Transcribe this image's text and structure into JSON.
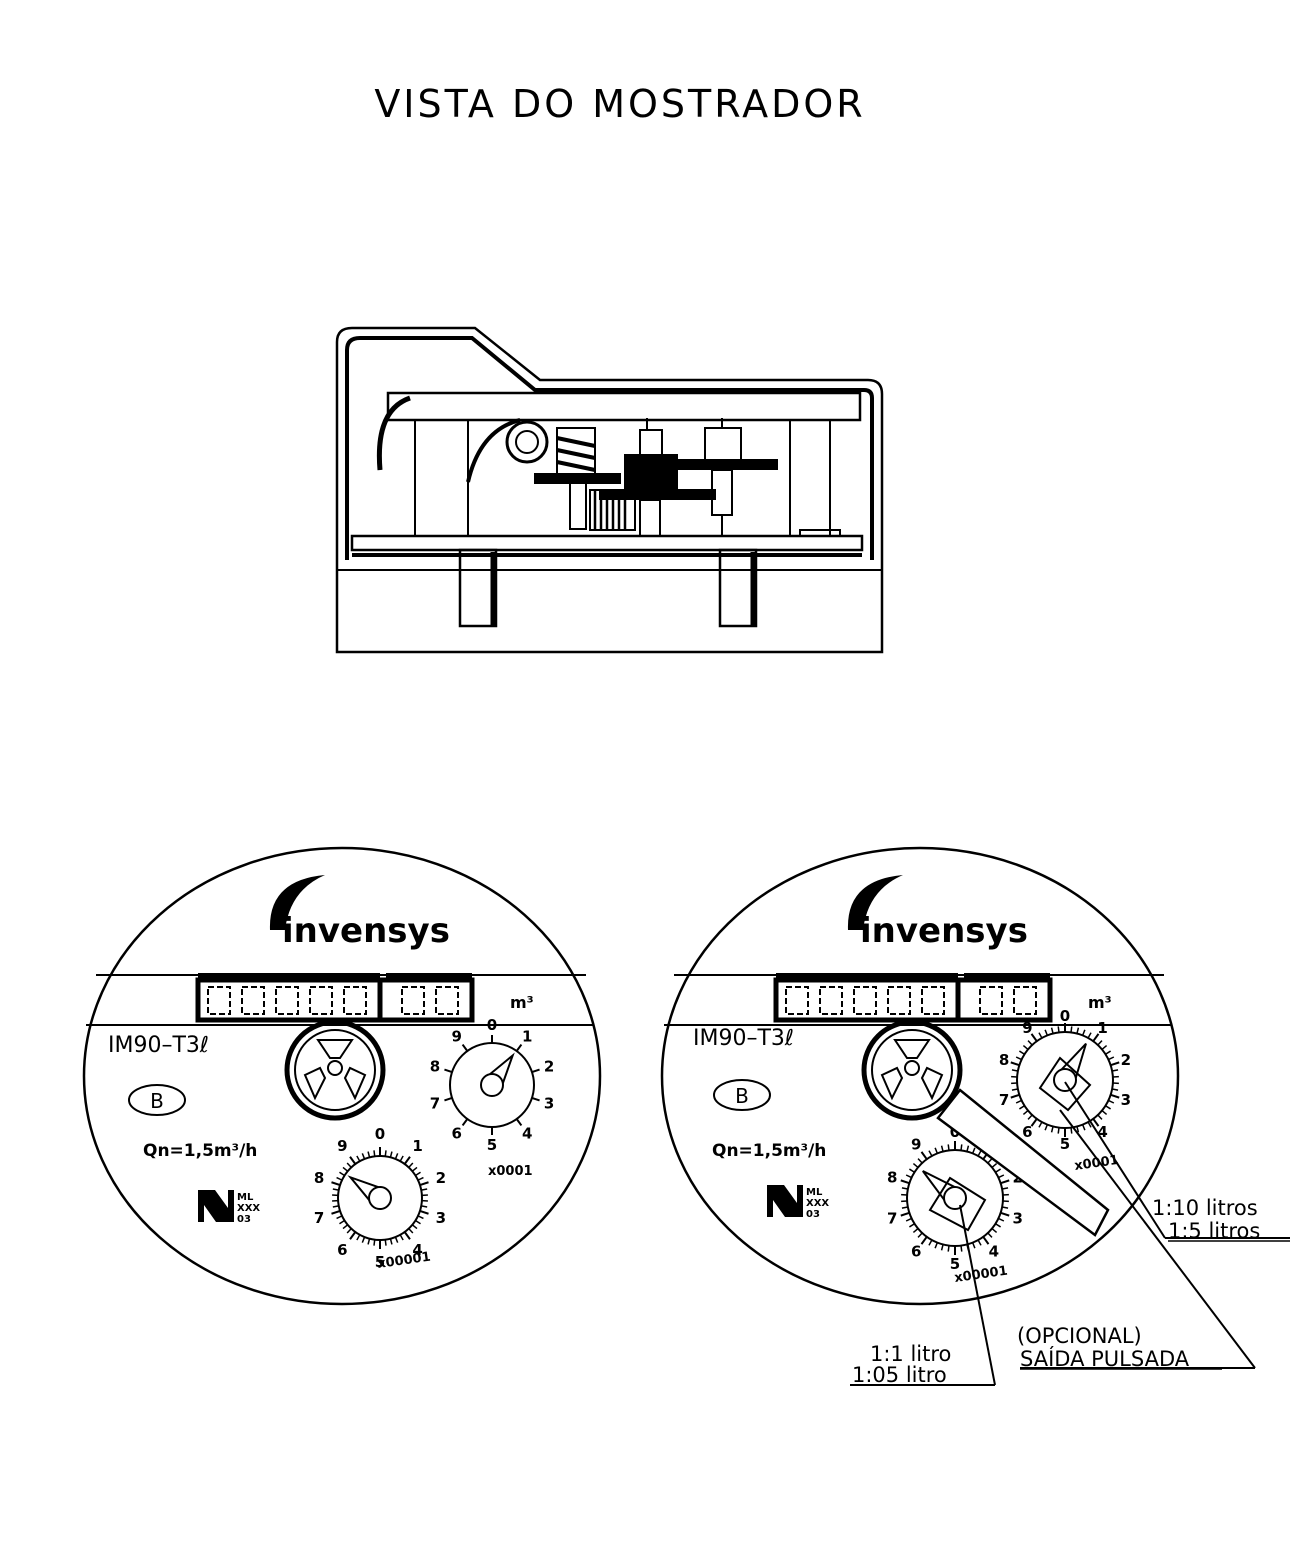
{
  "title": "VISTA DO MOSTRADOR",
  "brand": "invensys",
  "model": "IM90–T3ℓ",
  "class_badge": "B",
  "flow_rate": "Qn=1,5m³/h",
  "unit_label": "m³",
  "metrology_mark": [
    "ML",
    "XXX",
    "03"
  ],
  "dial_digits": [
    "0",
    "1",
    "2",
    "3",
    "4",
    "5",
    "6",
    "7",
    "8",
    "9"
  ],
  "dial_small_multiplier": "x0001",
  "dial_large_multiplier": "x00001",
  "callouts": {
    "ratio_top_1": "1:10 litros",
    "ratio_top_2": "1:5 litros",
    "optional": "(OPCIONAL)",
    "pulse_output": "SAÍDA PULSADA",
    "ratio_bottom_1": "1:1 litro",
    "ratio_bottom_2": "1:05 litro"
  },
  "colors": {
    "ink": "#000000",
    "paper": "#ffffff"
  }
}
